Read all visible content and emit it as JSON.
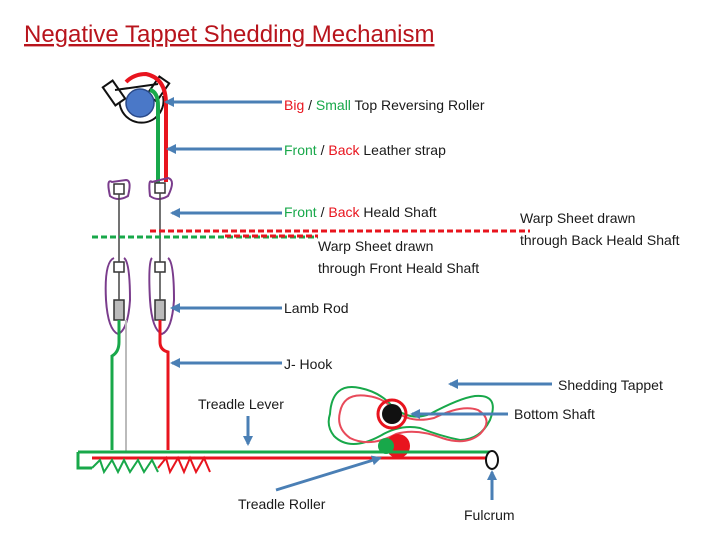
{
  "title": "Negative Tappet Shedding Mechanism",
  "colors": {
    "red": "#e8141e",
    "green": "#18a84a",
    "blue_arrow": "#4a7fb5",
    "roller_blue": "#4a78c8",
    "title_red": "#b8141c",
    "tappet_red": "#e84a5a",
    "heald_purple": "#7a3c8c"
  },
  "labels": {
    "roller": {
      "big": "Big",
      "sep": " / ",
      "small": "Small",
      "rest": " Top Reversing Roller"
    },
    "strap": {
      "front": "Front",
      "sep": " / ",
      "back": "Back",
      "rest": " Leather strap"
    },
    "heald_shaft": {
      "front": "Front",
      "sep": " / ",
      "back": "Back",
      "rest": " Heald Shaft"
    },
    "warp_back_line1": "Warp Sheet drawn",
    "warp_back_line2": "through Back Heald Shaft",
    "warp_front_line1": "Warp Sheet drawn",
    "warp_front_line2": "through Front Heald Shaft",
    "lamb_rod": "Lamb Rod",
    "j_hook": "J- Hook",
    "shedding_tappet": "Shedding Tappet",
    "treadle_lever": "Treadle Lever",
    "bottom_shaft": "Bottom Shaft",
    "treadle_roller": "Treadle Roller",
    "fulcrum": "Fulcrum"
  }
}
